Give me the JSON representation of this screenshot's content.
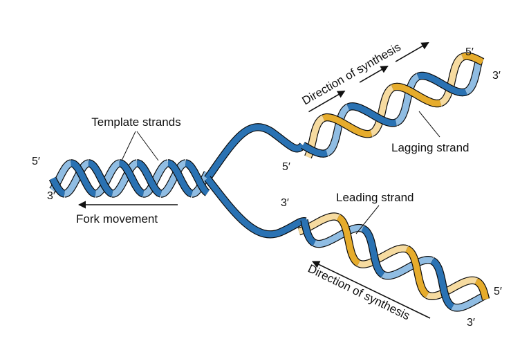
{
  "labels": {
    "template_strands": "Template strands",
    "fork_movement": "Fork movement",
    "direction_upper": "Direction of synthesis",
    "lagging_strand": "Lagging strand",
    "leading_strand": "Leading strand",
    "direction_lower": "Direction of synthesis"
  },
  "ends": {
    "parent_top": "5′",
    "parent_bottom": "3′",
    "upper_left": "5′",
    "upper_right_top": "5′",
    "upper_right_bottom": "3′",
    "lower_left": "3′",
    "lower_right_top": "5′",
    "lower_right_bottom": "3′"
  },
  "colors": {
    "template_strand": "#2a72b3",
    "template_strand_back": "#90bde3",
    "new_strand": "#e6ac2c",
    "new_strand_back": "#f6dba0",
    "outline": "#0a0a0a"
  }
}
